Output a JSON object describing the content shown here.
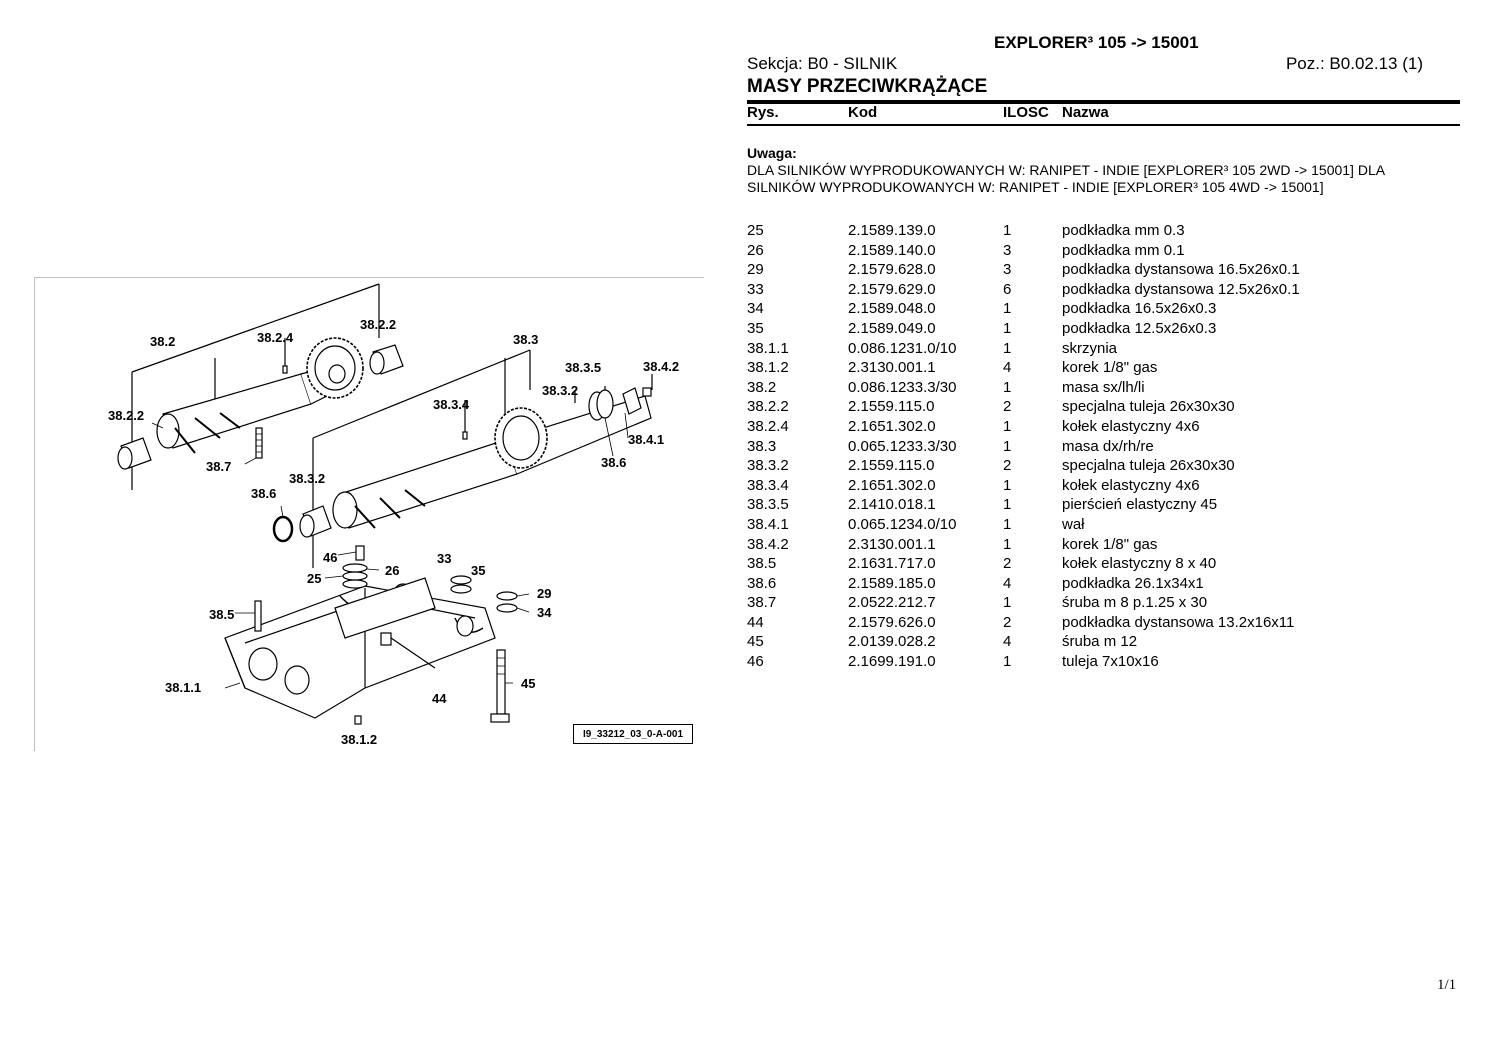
{
  "header": {
    "title": "EXPLORER³ 105 -> 15001",
    "section": "Sekcja: B0 - SILNIK",
    "position": "Poz.: B0.02.13 (1)",
    "group_title": "MASY PRZECIWKRĄŻĄCE"
  },
  "columns": {
    "rys": "Rys.",
    "kod": "Kod",
    "ilosc": "ILOSC",
    "nazwa": "Nazwa"
  },
  "note": {
    "label": "Uwaga:",
    "text": "DLA SILNIKÓW WYPRODUKOWANYCH W: RANIPET - INDIE [EXPLORER³ 105 2WD -> 15001]     DLA SILNIKÓW WYPRODUKOWANYCH W: RANIPET - INDIE [EXPLORER³ 105 4WD -> 15001]"
  },
  "parts": [
    {
      "rys": "25",
      "kod": "2.1589.139.0",
      "ilosc": "1",
      "nazwa": "podkładka mm 0.3"
    },
    {
      "rys": "26",
      "kod": "2.1589.140.0",
      "ilosc": "3",
      "nazwa": "podkładka mm 0.1"
    },
    {
      "rys": "29",
      "kod": "2.1579.628.0",
      "ilosc": "3",
      "nazwa": "podkładka dystansowa 16.5x26x0.1"
    },
    {
      "rys": "33",
      "kod": "2.1579.629.0",
      "ilosc": "6",
      "nazwa": "podkładka dystansowa 12.5x26x0.1"
    },
    {
      "rys": "34",
      "kod": "2.1589.048.0",
      "ilosc": "1",
      "nazwa": "podkładka 16.5x26x0.3"
    },
    {
      "rys": "35",
      "kod": "2.1589.049.0",
      "ilosc": "1",
      "nazwa": "podkładka 12.5x26x0.3"
    },
    {
      "rys": "38.1.1",
      "kod": "0.086.1231.0/10",
      "ilosc": "1",
      "nazwa": "skrzynia"
    },
    {
      "rys": "38.1.2",
      "kod": "2.3130.001.1",
      "ilosc": "4",
      "nazwa": "korek 1/8\" gas"
    },
    {
      "rys": "38.2",
      "kod": "0.086.1233.3/30",
      "ilosc": "1",
      "nazwa": "masa sx/lh/li"
    },
    {
      "rys": "38.2.2",
      "kod": "2.1559.115.0",
      "ilosc": "2",
      "nazwa": "specjalna tuleja 26x30x30"
    },
    {
      "rys": "38.2.4",
      "kod": "2.1651.302.0",
      "ilosc": "1",
      "nazwa": "kołek elastyczny 4x6"
    },
    {
      "rys": "38.3",
      "kod": "0.065.1233.3/30",
      "ilosc": "1",
      "nazwa": "masa dx/rh/re"
    },
    {
      "rys": "38.3.2",
      "kod": "2.1559.115.0",
      "ilosc": "2",
      "nazwa": "specjalna tuleja 26x30x30"
    },
    {
      "rys": "38.3.4",
      "kod": "2.1651.302.0",
      "ilosc": "1",
      "nazwa": "kołek elastyczny 4x6"
    },
    {
      "rys": "38.3.5",
      "kod": "2.1410.018.1",
      "ilosc": "1",
      "nazwa": "pierścień elastyczny 45"
    },
    {
      "rys": "38.4.1",
      "kod": "0.065.1234.0/10",
      "ilosc": "1",
      "nazwa": "wał"
    },
    {
      "rys": "38.4.2",
      "kod": "2.3130.001.1",
      "ilosc": "1",
      "nazwa": "korek 1/8\" gas"
    },
    {
      "rys": "38.5",
      "kod": "2.1631.717.0",
      "ilosc": "2",
      "nazwa": "kołek elastyczny 8 x 40"
    },
    {
      "rys": "38.6",
      "kod": "2.1589.185.0",
      "ilosc": "4",
      "nazwa": "podkładka 26.1x34x1"
    },
    {
      "rys": "38.7",
      "kod": "2.0522.212.7",
      "ilosc": "1",
      "nazwa": "śruba m 8 p.1.25 x 30"
    },
    {
      "rys": "44",
      "kod": "2.1579.626.0",
      "ilosc": "2",
      "nazwa": "podkładka dystansowa 13.2x16x11"
    },
    {
      "rys": "45",
      "kod": "2.0139.028.2",
      "ilosc": "4",
      "nazwa": "śruba m 12"
    },
    {
      "rys": "46",
      "kod": "2.1699.191.0",
      "ilosc": "1",
      "nazwa": "tuleja 7x10x16"
    }
  ],
  "diagram": {
    "reference": "I9_33212_03_0-A-001",
    "callouts": {
      "c38_2": "38.2",
      "c38_2_4": "38.2.4",
      "c38_2_2a": "38.2.2",
      "c38_2_2b": "38.2.2",
      "c38_7": "38.7",
      "c38_3": "38.3",
      "c38_3_5": "38.3.5",
      "c38_3_2a": "38.3.2",
      "c38_3_4": "38.3.4",
      "c38_4_2": "38.4.2",
      "c38_4_1": "38.4.1",
      "c38_6a": "38.6",
      "c38_3_2b": "38.3.2",
      "c38_6b": "38.6",
      "c46": "46",
      "c26": "26",
      "c25": "25",
      "c33": "33",
      "c35": "35",
      "c29": "29",
      "c34": "34",
      "c38_5": "38.5",
      "c38_1_1": "38.1.1",
      "c44": "44",
      "c45": "45",
      "c38_1_2": "38.1.2"
    }
  },
  "footer": {
    "page": "1/1"
  }
}
